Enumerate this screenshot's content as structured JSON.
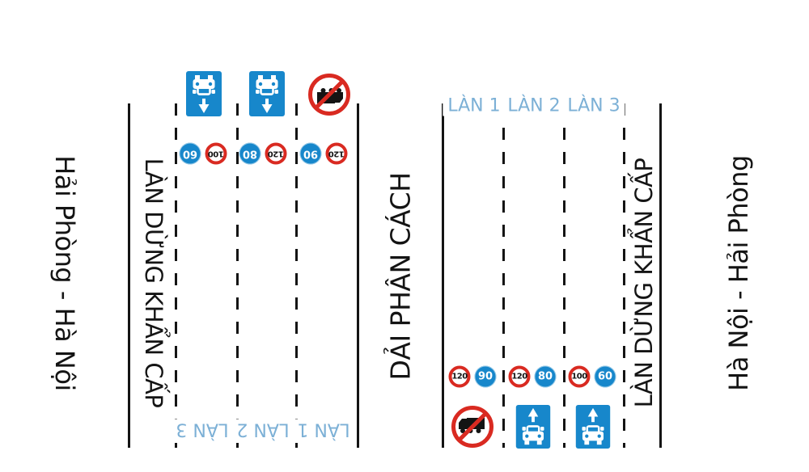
{
  "colors": {
    "sign_blue": "#1787cb",
    "sign_red": "#d92a21",
    "lane_label_blue": "#7cb0d6",
    "line_black": "#141414"
  },
  "icons": {
    "car_lane_sign": "blue-square-car-with-up-arrow",
    "no_trucks_sign": "red-circle-truck-prohibited-with-slash",
    "min_speed_sign": "blue-circle-white-number",
    "max_speed_sign": "red-ring-white-circle-black-number"
  },
  "left_direction": {
    "title": "Hải Phòng - Hà Nội",
    "emergency_lane_label": "LÀN DỪNG KHẨN CẤP",
    "lanes": [
      {
        "label": "LÀN 3",
        "min_speed": "60",
        "max_speed": "100",
        "sign": "car-lane"
      },
      {
        "label": "LÀN 2",
        "min_speed": "80",
        "max_speed": "120",
        "sign": "car-lane"
      },
      {
        "label": "LÀN 1",
        "min_speed": "90",
        "max_speed": "120",
        "sign": "no-trucks"
      }
    ]
  },
  "median": {
    "label": "DẢI PHÂN CÁCH"
  },
  "right_direction": {
    "title": "Hà Nội - Hải Phòng",
    "emergency_lane_label": "LÀN DỪNG KHẨN CẤP",
    "lanes": [
      {
        "label": "LÀN 1",
        "min_speed": "90",
        "max_speed": "120",
        "sign": "no-trucks"
      },
      {
        "label": "LÀN 2",
        "min_speed": "80",
        "max_speed": "120",
        "sign": "car-lane"
      },
      {
        "label": "LÀN 3",
        "min_speed": "60",
        "max_speed": "100",
        "sign": "car-lane"
      }
    ]
  }
}
